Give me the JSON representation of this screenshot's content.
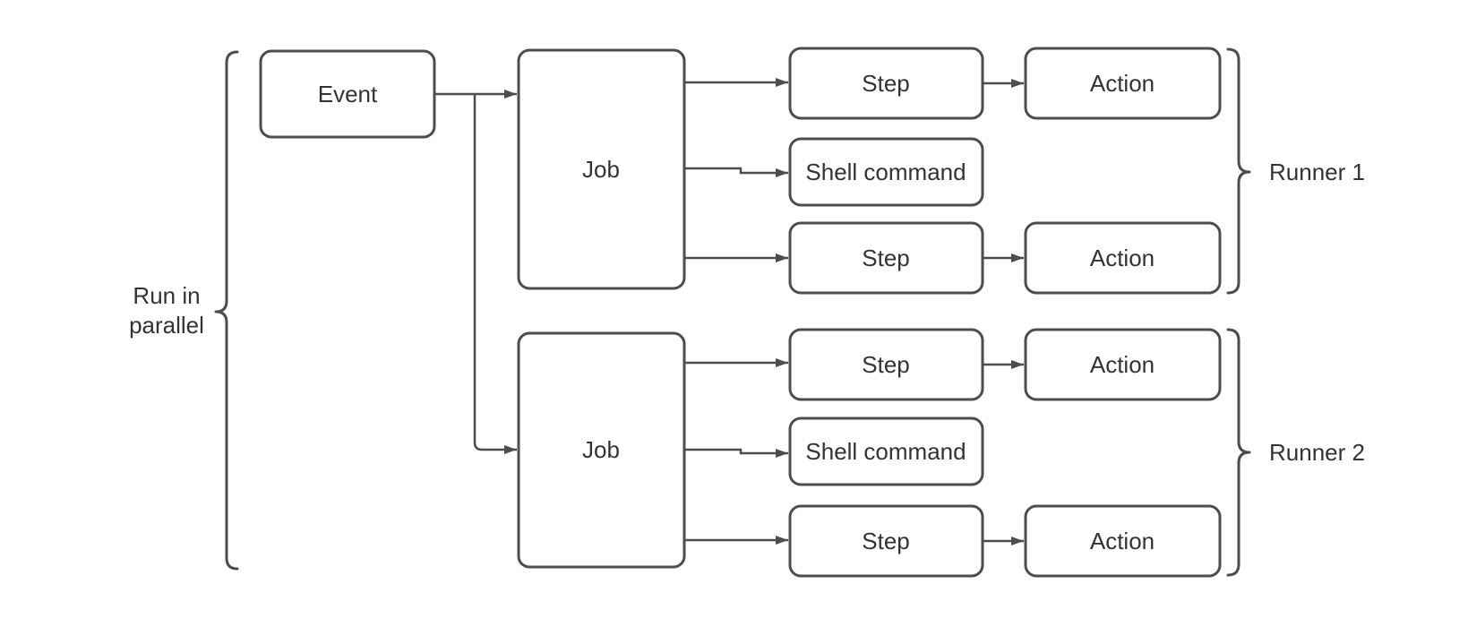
{
  "diagram": {
    "background": "#ffffff",
    "box_fill": "#ffffff",
    "stroke_color": "#4d4d4d",
    "text_color": "#333333",
    "parallel_group": {
      "label_line1": "Run in",
      "label_line2": "parallel"
    },
    "event": {
      "label": "Event"
    },
    "runners": [
      {
        "label": "Runner 1",
        "job": {
          "label": "Job"
        },
        "rows": [
          {
            "step": "Step",
            "action": "Action"
          },
          {
            "step": "Shell command"
          },
          {
            "step": "Step",
            "action": "Action"
          }
        ]
      },
      {
        "label": "Runner 2",
        "job": {
          "label": "Job"
        },
        "rows": [
          {
            "step": "Step",
            "action": "Action"
          },
          {
            "step": "Shell command"
          },
          {
            "step": "Step",
            "action": "Action"
          }
        ]
      }
    ]
  }
}
